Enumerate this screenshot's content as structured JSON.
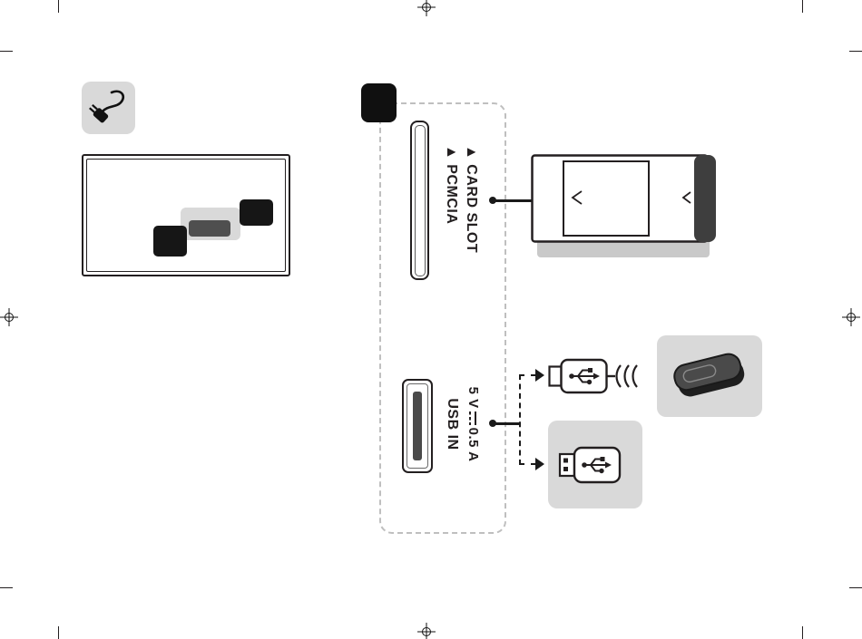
{
  "page": {
    "background": "#ffffff",
    "ink": "#231f20",
    "tile_gray": "#d9d9d9",
    "dark_fill": "#3e3e3e",
    "dashed_frame": "#bfbfbf"
  },
  "diagram": {
    "pcmcia": {
      "label_col1": "▲ PCMCIA",
      "label_col2": "▲ CARD SLOT"
    },
    "usb": {
      "label_name": "USB IN",
      "label_spec_left": "5 V",
      "label_spec_right": "0.5 A"
    }
  },
  "icons": {
    "cable_plug": "power-cable-plug-icon",
    "usb_plug": "usb-cable-plug-icon",
    "external_hdd": "external-hdd-icon",
    "flash_drive": "usb-flash-drive-icon",
    "dc_symbol": "dc-voltage-symbol",
    "registration": "registration-mark",
    "card_triangle": "insert-direction-triangle"
  }
}
